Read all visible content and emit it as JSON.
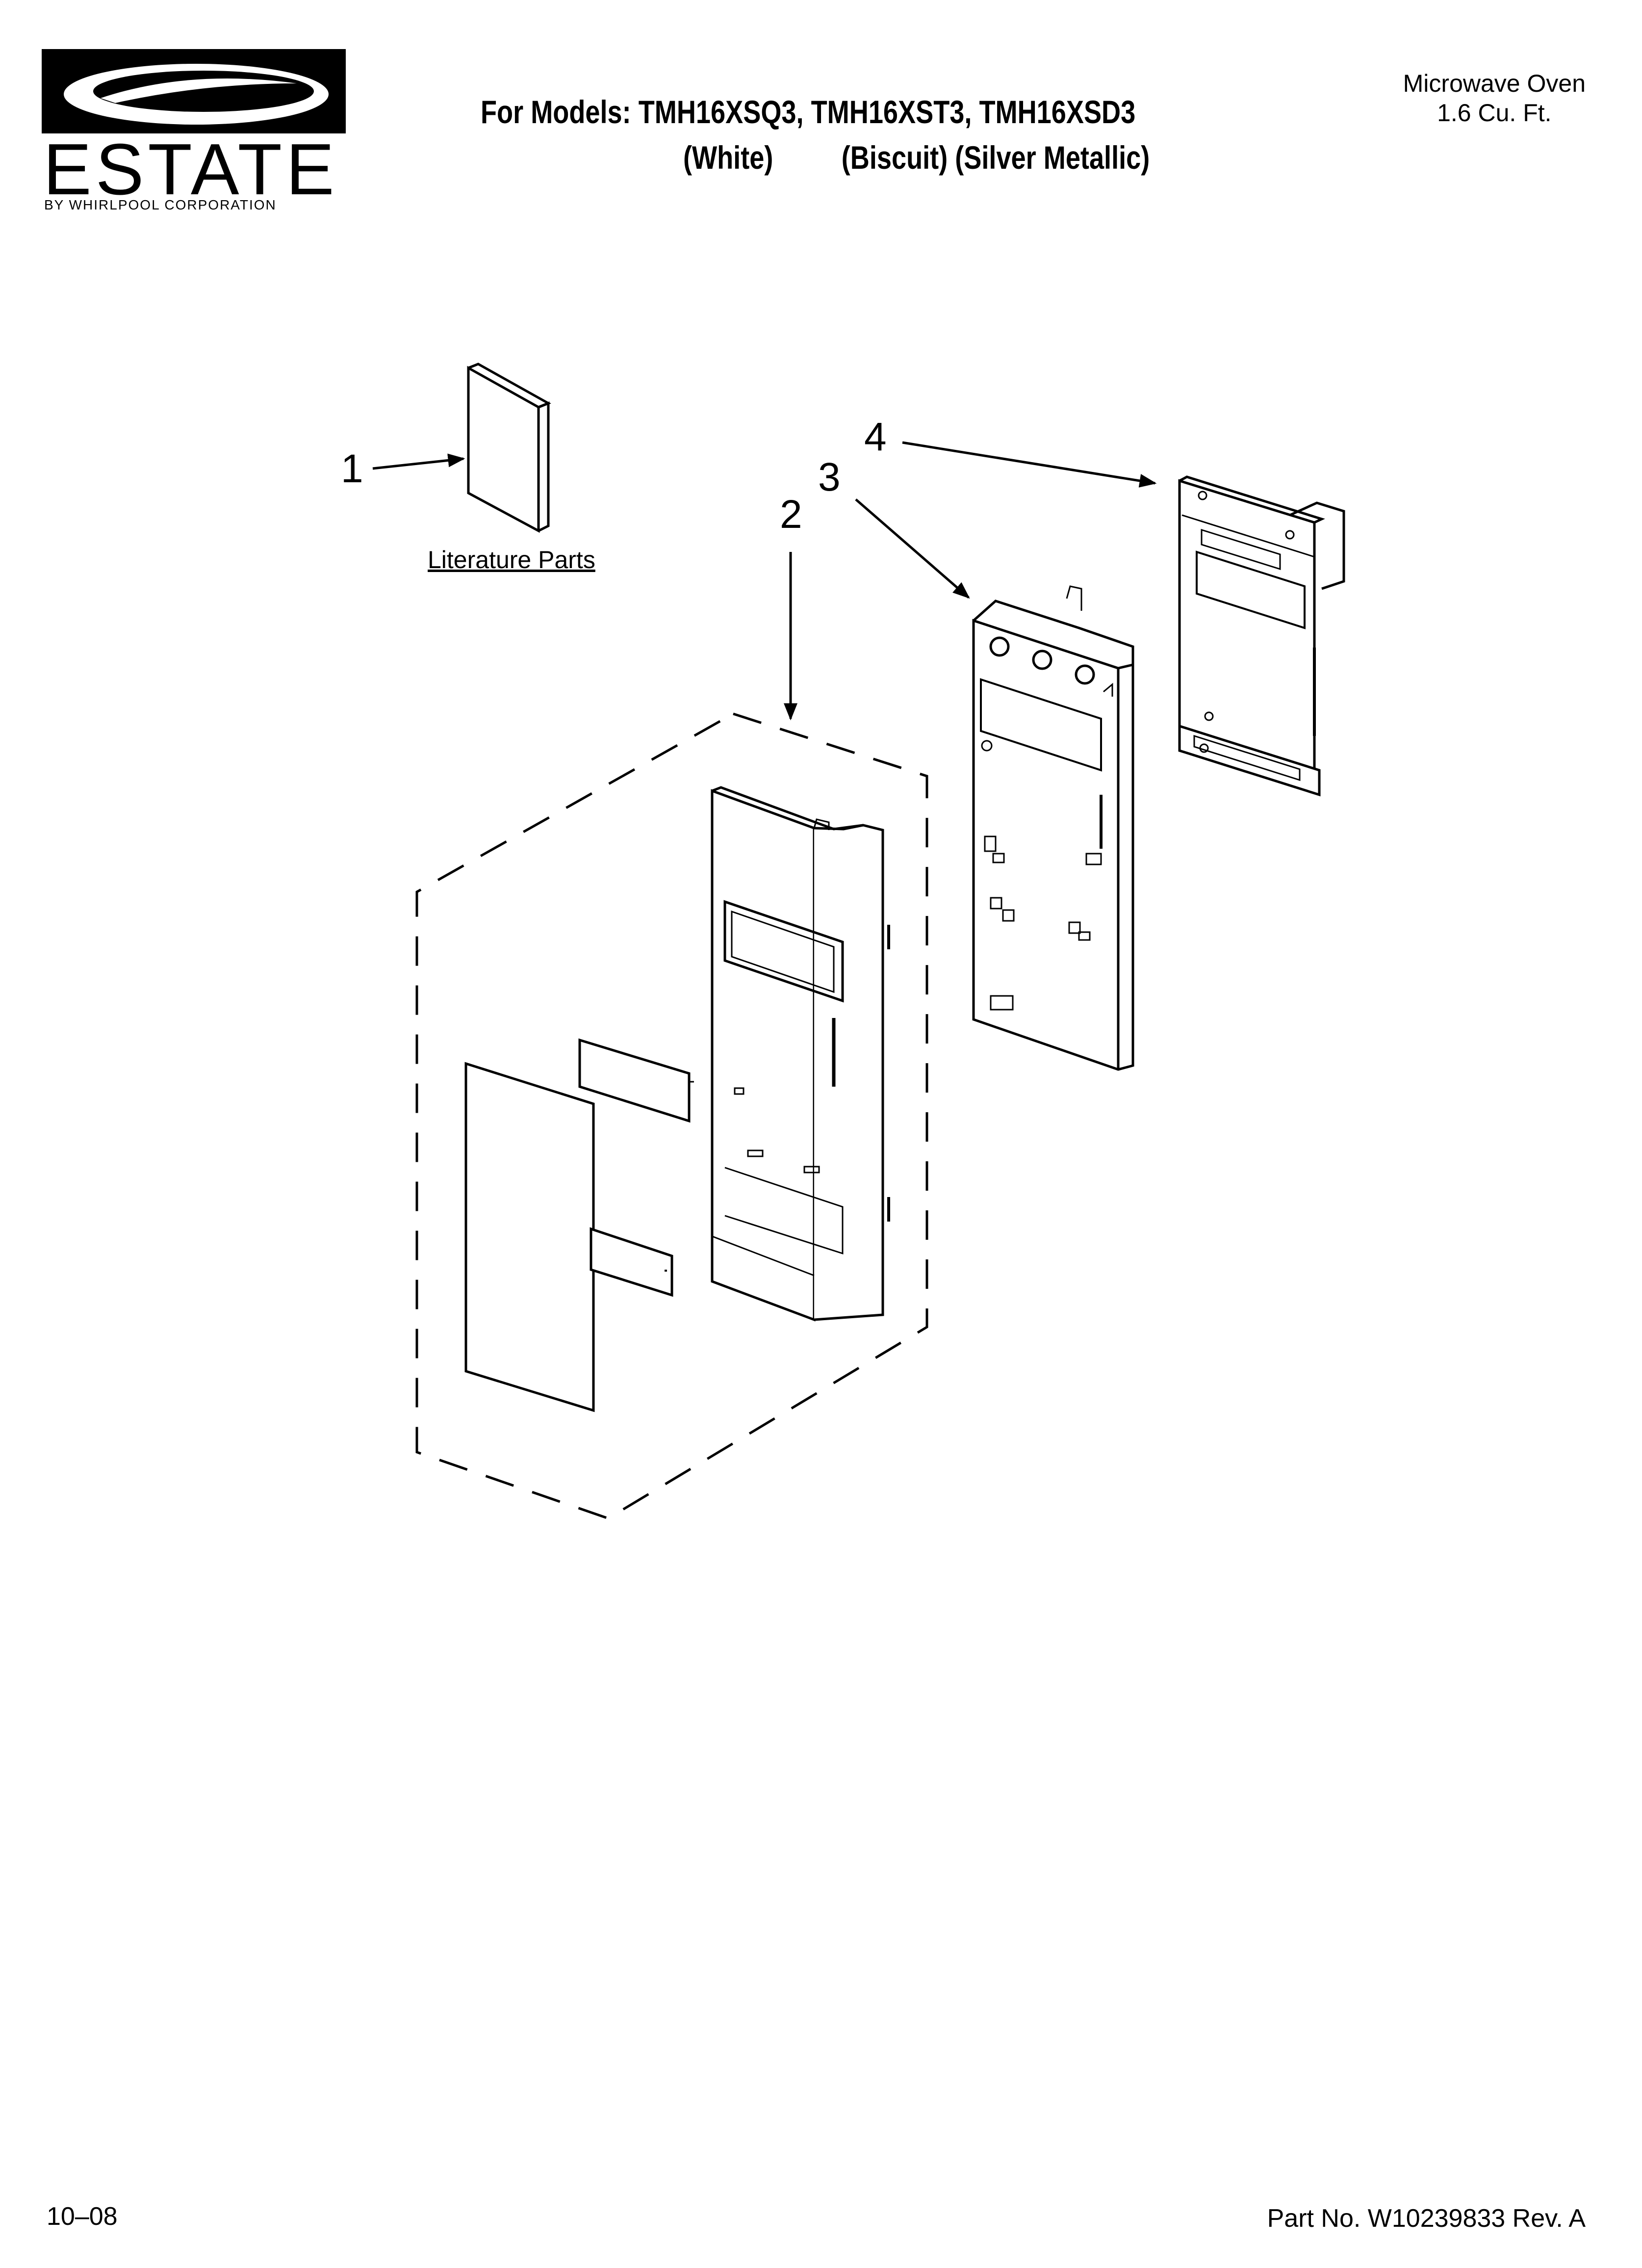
{
  "header": {
    "brand": "ESTATE",
    "brand_sub": "BY WHIRLPOOL CORPORATION",
    "models_line1": "For Models: TMH16XSQ3, TMH16XST3, TMH16XSD3",
    "color_white": "(White)",
    "color_biscuit_silver": "(Biscuit) (Silver Metallic)",
    "product_line1": "Microwave Oven",
    "product_line2": "1.6 Cu. Ft."
  },
  "diagram": {
    "callouts": [
      "1",
      "2",
      "3",
      "4"
    ],
    "literature_label": "Literature Parts"
  },
  "footer": {
    "date": "10–08",
    "part_no": "Part No. W10239833 Rev. A"
  }
}
